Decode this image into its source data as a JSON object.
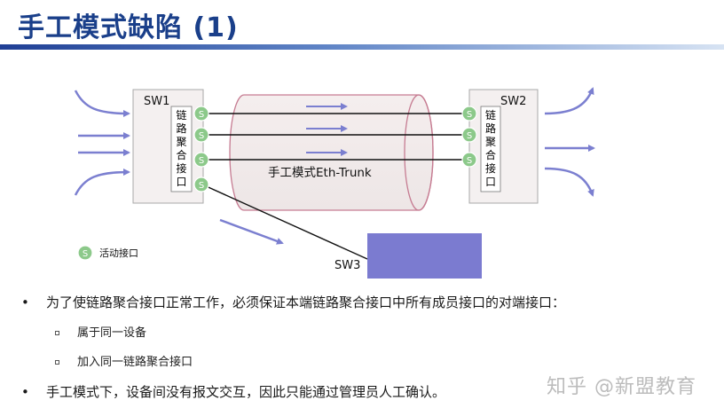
{
  "title": "手工模式缺陷 (1)",
  "diagram": {
    "sw1": "SW1",
    "sw2": "SW2",
    "sw3": "SW3",
    "agg_label_chars": [
      "链",
      "路",
      "聚",
      "合",
      "接",
      "口"
    ],
    "port_symbol": "S",
    "trunk_label": "手工模式Eth-Trunk",
    "legend_label": "活动接口"
  },
  "bullets": [
    {
      "level": 1,
      "text": "为了使链路聚合接口正常工作，必须保证本端链路聚合接口中所有成员接口的对端接口："
    },
    {
      "level": 2,
      "text": "属于同一设备"
    },
    {
      "level": 2,
      "text": "加入同一链路聚合接口"
    },
    {
      "level": 1,
      "text": "手工模式下，设备间没有报文交互，因此只能通过管理员人工确认。"
    }
  ],
  "watermark": "知乎 @新盟教育",
  "colors": {
    "title": "#1a3f8a",
    "port": "#8cc98a",
    "arrow": "#7b7fd0",
    "sw3_fill": "#7b7bd0",
    "box_fill": "#f4f0f0"
  }
}
